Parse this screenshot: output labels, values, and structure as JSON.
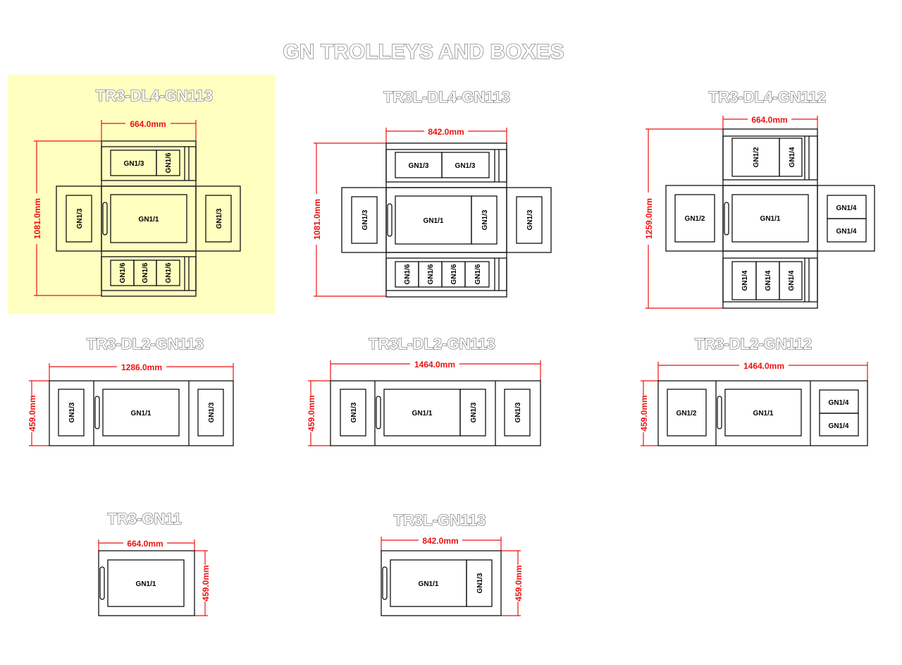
{
  "page_title": "GN TROLLEYS AND BOXES",
  "colors": {
    "highlight": "#ffffc0",
    "dimension": "#ee1111",
    "outline": "#111111"
  },
  "trolleys": [
    {
      "name": "TR3-DL4-GN113",
      "width": "664.0mm",
      "height": "1081.0mm",
      "top_boxes": [
        "GN1/3",
        "GN1/6"
      ],
      "left_box": "GN1/3",
      "center": "GN1/1",
      "right_box": "GN1/3",
      "bottom_boxes": [
        "GN1/6",
        "GN1/6",
        "GN1/6"
      ]
    },
    {
      "name": "TR3L-DL4-GN113",
      "width": "842.0mm",
      "height": "1081.0mm",
      "top_boxes": [
        "GN1/3",
        "GN1/3"
      ],
      "left_box": "GN1/3",
      "center": "GN1/1",
      "center_side": "GN1/3",
      "right_box": "GN1/3",
      "bottom_boxes": [
        "GN1/6",
        "GN1/6",
        "GN1/6",
        "GN1/6"
      ]
    },
    {
      "name": "TR3-DL4-GN112",
      "width": "664.0mm",
      "height": "1259.0mm",
      "top_boxes": [
        "GN1/2",
        "GN1/4"
      ],
      "left_box": "GN1/2",
      "center": "GN1/1",
      "right_boxes": [
        "GN1/4",
        "GN1/4"
      ],
      "bottom_boxes": [
        "GN1/4",
        "GN1/4",
        "GN1/4"
      ]
    },
    {
      "name": "TR3-DL2-GN113",
      "width": "1286.0mm",
      "height": "459.0mm",
      "left_box": "GN1/3",
      "center": "GN1/1",
      "right_box": "GN1/3"
    },
    {
      "name": "TR3L-DL2-GN113",
      "width": "1464.0mm",
      "height": "459.0mm",
      "left_box": "GN1/3",
      "center": "GN1/1",
      "center_side": "GN1/3",
      "right_box": "GN1/3"
    },
    {
      "name": "TR3-DL2-GN112",
      "width": "1464.0mm",
      "height": "459.0mm",
      "left_box": "GN1/2",
      "center": "GN1/1",
      "right_boxes": [
        "GN1/4",
        "GN1/4"
      ]
    },
    {
      "name": "TR3-GN11",
      "width": "664.0mm",
      "height": "459.0mm",
      "center": "GN1/1"
    },
    {
      "name": "TR3L-GN113",
      "width": "842.0mm",
      "height": "459.0mm",
      "center": "GN1/1",
      "center_side": "GN1/3"
    }
  ]
}
